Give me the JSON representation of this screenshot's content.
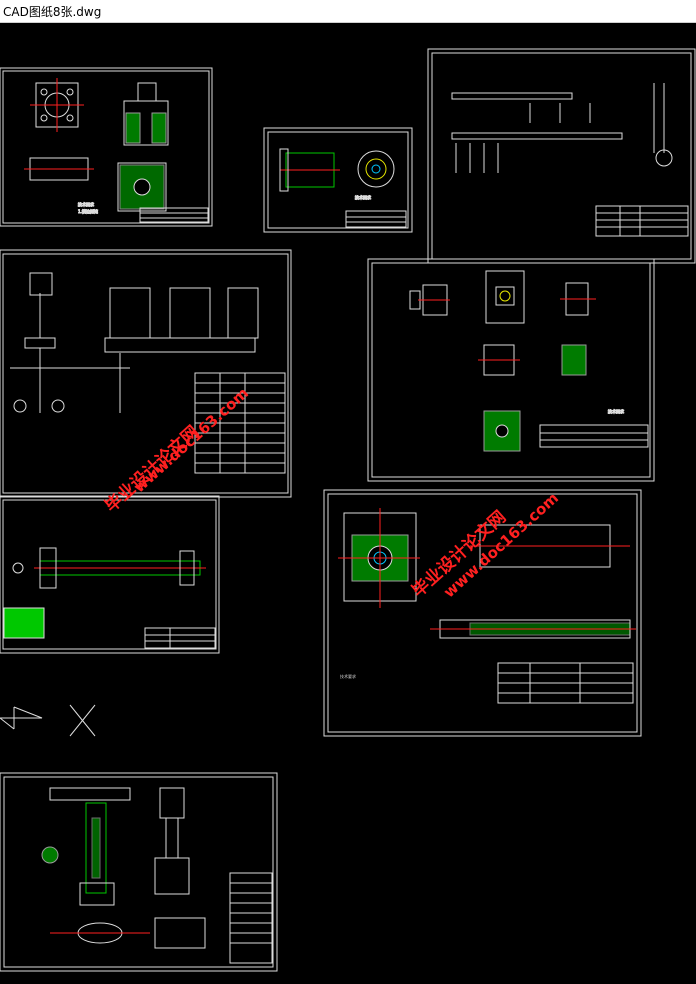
{
  "window": {
    "title": "CAD图纸8张.dwg"
  },
  "watermarks": {
    "mid_left_cn": "毕业设计论文网",
    "mid_left_url": "www.doc163.com",
    "mid_right_cn": "毕业设计论文网",
    "mid_right_url": "www.doc163.com"
  },
  "colors": {
    "background": "#000000",
    "line": "#dcdcdc",
    "accent_red": "#ff2020",
    "accent_green": "#00c800",
    "accent_cyan": "#00c8ff",
    "accent_yellow": "#e6e600"
  },
  "sheets": [
    "sheet-1",
    "sheet-2",
    "sheet-3",
    "sheet-4",
    "sheet-5",
    "sheet-6",
    "sheet-7",
    "sheet-8"
  ]
}
